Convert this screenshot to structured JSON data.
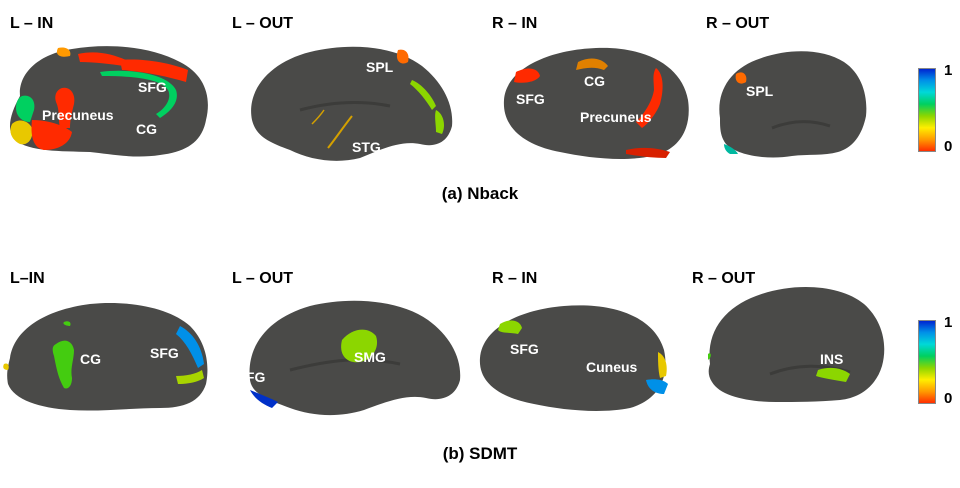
{
  "panels": [
    {
      "caption": "(a) Nback",
      "views": [
        {
          "title": "L – IN",
          "labels": [
            "Precuneus",
            "SFG",
            "CG"
          ]
        },
        {
          "title": "L – OUT",
          "labels": [
            "SPL",
            "STG"
          ]
        },
        {
          "title": "R – IN",
          "labels": [
            "CG",
            "SFG",
            "Precuneus"
          ]
        },
        {
          "title": "R – OUT",
          "labels": [
            "SPL"
          ]
        }
      ],
      "colorbar": {
        "max": "1",
        "min": "0"
      }
    },
    {
      "caption": "(b) SDMT",
      "views": [
        {
          "title": "L–IN",
          "labels": [
            "CG",
            "SFG"
          ]
        },
        {
          "title": "L – OUT",
          "labels": [
            "SMG",
            "IFG"
          ]
        },
        {
          "title": "R – IN",
          "labels": [
            "SFG",
            "Cuneus"
          ]
        },
        {
          "title": "R – OUT",
          "labels": [
            "INS"
          ]
        }
      ],
      "colorbar": {
        "max": "1",
        "min": "0"
      }
    }
  ],
  "colors": {
    "cortex": "#4a4a48",
    "colormap": [
      "#ff2a00",
      "#ff9900",
      "#ffee00",
      "#8cd600",
      "#00d060",
      "#00d8d8",
      "#0090e8",
      "#0020d0"
    ]
  }
}
